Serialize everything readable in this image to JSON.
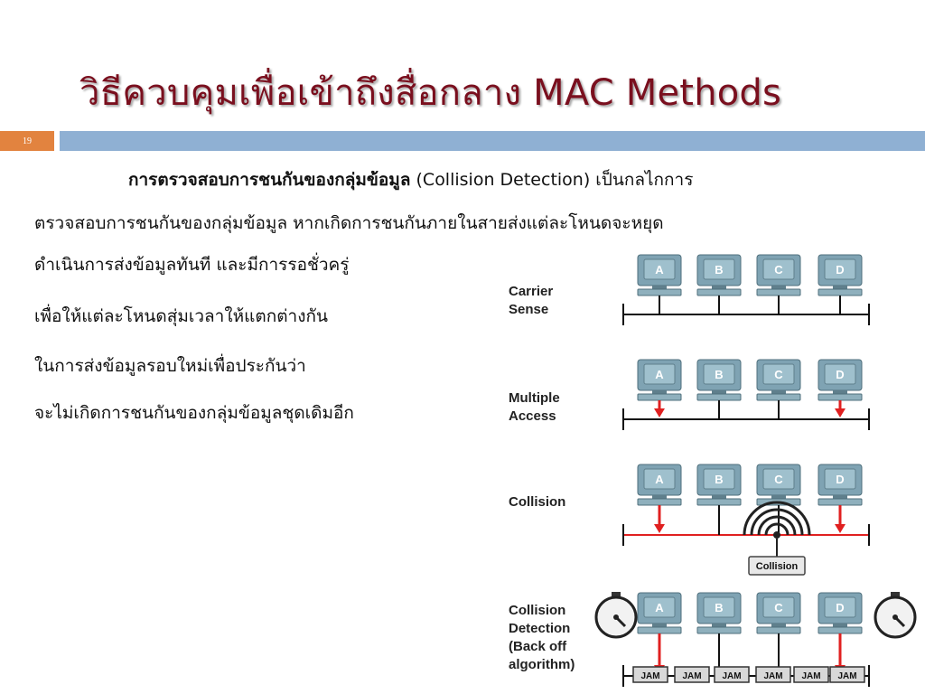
{
  "title": "วิธีควบคุมเพื่อเข้าถึงสื่อกลาง MAC Methods",
  "slide_number": "19",
  "body": {
    "line1_bold": "การตรวจสอบการชนกันของกลุ่มข้อมูล",
    "line1_rest": " (Collision Detection) เป็นกลไกการ",
    "line2": "ตรวจสอบการชนกันของกลุ่มข้อมูล หากเกิดการชนกันภายในสายส่งแต่ละโหนดจะหยุด",
    "line3": "ดำเนินการส่งข้อมูลทันที และมีการรอชั่วครู่",
    "line4": "เพื่อให้แต่ละโหนดสุ่มเวลาให้แตกต่างกัน",
    "line5": "ในการส่งข้อมูลรอบใหม่เพื่อประกันว่า",
    "line6": "จะไม่เกิดการชนกันของกลุ่มข้อมูลชุดเดิมอีก"
  },
  "diagram": {
    "stage_labels": {
      "carrier_sense_1": "Carrier",
      "carrier_sense_2": "Sense",
      "multiple_access_1": "Multiple",
      "multiple_access_2": "Access",
      "collision": "Collision",
      "cd_1": "Collision",
      "cd_2": "Detection",
      "cd_3": "(Back off",
      "cd_4": "algorithm)"
    },
    "node_labels": [
      "A",
      "B",
      "C",
      "D"
    ],
    "collision_badge": "Collision",
    "jam_label": "JAM",
    "colors": {
      "monitor": "#7fa3b3",
      "monitor_screen": "#9fc0cd",
      "wire": "#111111",
      "collision_wire": "#e02020",
      "arrow": "#e02020"
    }
  }
}
